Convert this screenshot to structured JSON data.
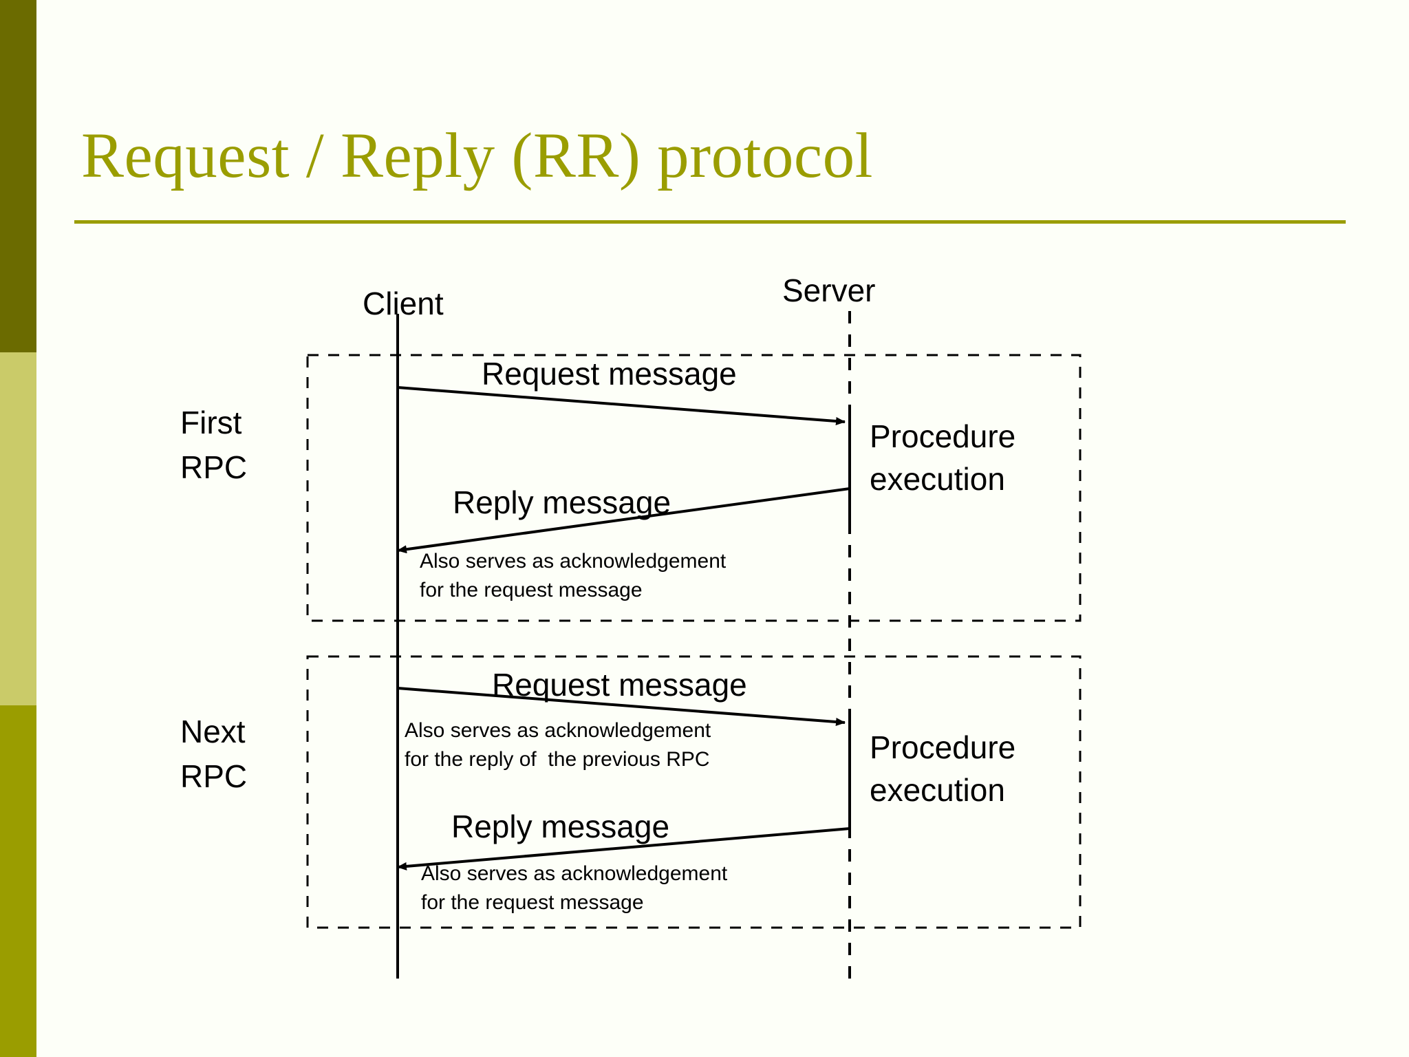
{
  "slide": {
    "title": "Request / Reply (RR) protocol",
    "accent_color": "#9a9d00",
    "background_color": "#fdfff8",
    "text_color": "#000000",
    "sidebar_bands": [
      {
        "name": "dark-olive",
        "color": "#6b6b00"
      },
      {
        "name": "light-olive",
        "color": "#cacb69"
      },
      {
        "name": "medium-olive",
        "color": "#9a9d00"
      }
    ]
  },
  "diagram": {
    "type": "sequence-diagram",
    "actors": {
      "client": "Client",
      "server": "Server"
    },
    "phases": [
      {
        "id": "first-rpc",
        "label_line1": "First",
        "label_line2": "RPC",
        "server_activity_line1": "Procedure",
        "server_activity_line2": "execution",
        "messages": [
          {
            "id": "request-1",
            "label": "Request message",
            "direction": "client-to-server",
            "note": null
          },
          {
            "id": "reply-1",
            "label": "Reply message",
            "direction": "server-to-client",
            "note_line1": "Also serves as acknowledgement",
            "note_line2": "for the request message"
          }
        ]
      },
      {
        "id": "next-rpc",
        "label_line1": "Next",
        "label_line2": "RPC",
        "server_activity_line1": "Procedure",
        "server_activity_line2": "execution",
        "messages": [
          {
            "id": "request-2",
            "label": "Request message",
            "direction": "client-to-server",
            "note_line1": "Also serves as acknowledgement",
            "note_line2": "for the reply of  the previous RPC"
          },
          {
            "id": "reply-2",
            "label": "Reply message",
            "direction": "server-to-client",
            "note_line1": "Also serves as acknowledgement",
            "note_line2": "for the request message"
          }
        ]
      }
    ]
  }
}
